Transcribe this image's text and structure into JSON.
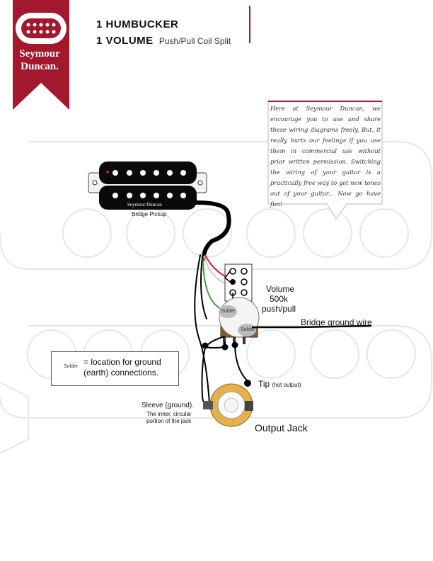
{
  "header": {
    "title_line1": "1 HUMBUCKER",
    "title_line2_bold": "1 VOLUME",
    "title_line2_light": "Push/Pull Coil Split"
  },
  "logo": {
    "word1": "Seymour",
    "word2": "Duncan."
  },
  "note": {
    "text": "Here at Seymour Duncan, we encourage you to use and share these wiring diagrams freely. But, it really hurts our feelings if you use them in commercial use without prior written permission. Switching the wiring of your guitar is a practically free way to get new tones out of your guitar... Now go have fun!"
  },
  "pickup": {
    "brand": "Seymour Duncan",
    "label": "Bridge Pickup"
  },
  "pot": {
    "label_line1": "Volume",
    "label_line2": "500k",
    "label_line3": "push/pull",
    "solder1": "Solder",
    "solder2": "Solder"
  },
  "ground_wire": {
    "label": "Bridge ground wire"
  },
  "jack": {
    "tip_label": "Tip",
    "tip_sub": "(hot output)",
    "sleeve_label": "Sleeve (ground).",
    "sleeve_sub1": "The inner, circular",
    "sleeve_sub2": "portion of the jack",
    "label": "Output Jack"
  },
  "legend": {
    "solder": "Solder",
    "text": "= location for ground (earth) connections."
  },
  "colors": {
    "brand_red": "#a3182c",
    "wire_black": "#000000",
    "wire_red": "#d9232e",
    "wire_green": "#3aa335",
    "wire_white": "#cccccc",
    "watermark": "#ececec",
    "jack_ring": "#e7b04a"
  }
}
